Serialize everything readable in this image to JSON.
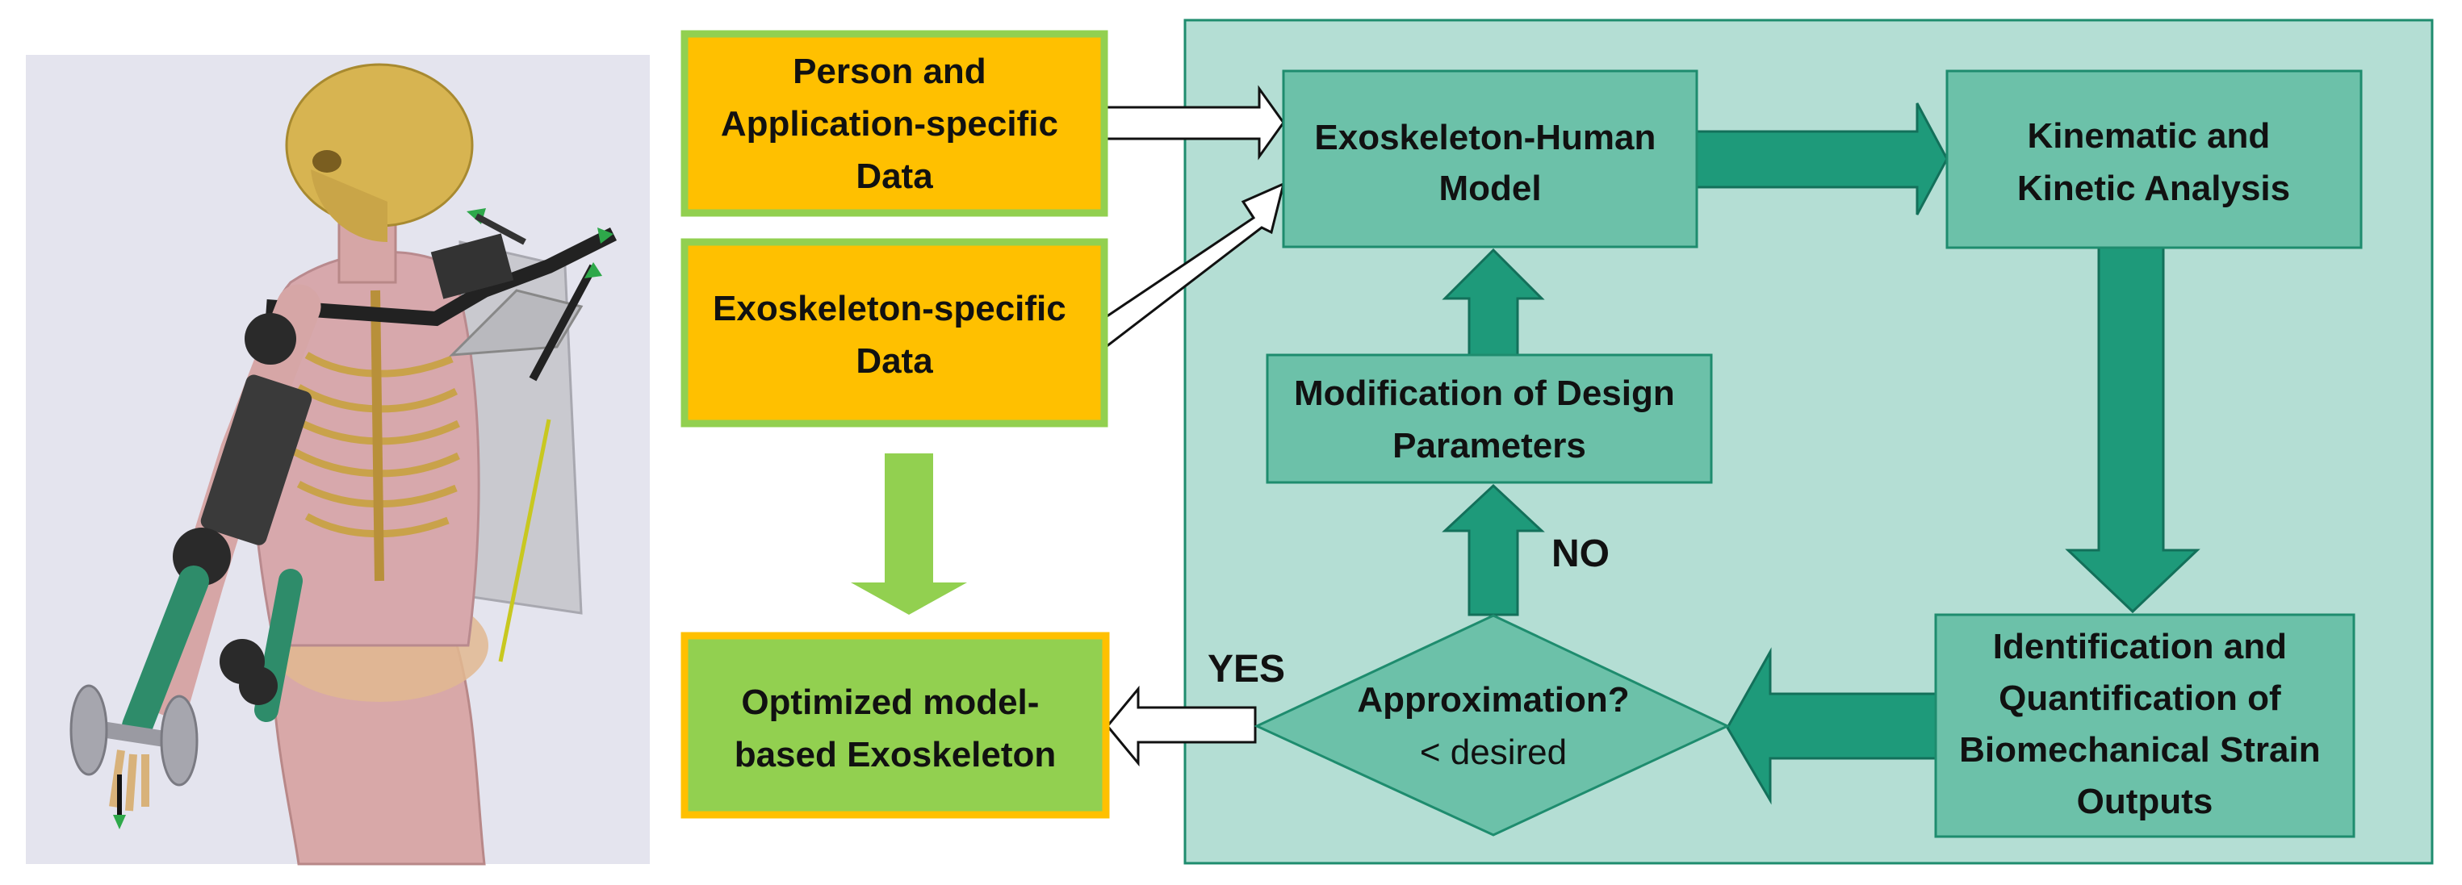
{
  "figure": {
    "illustration": "musculoskeletal-model-with-upper-body-exoskeleton",
    "colors": {
      "input_fill": "#FFC000",
      "input_border": "#92D050",
      "output_fill": "#92D050",
      "output_border": "#FFC000",
      "loop_panel": "#B4DED4",
      "box_fill": "#6CC1A9",
      "box_border": "#1E8C6E",
      "thick_arrow": "#1E9A7A",
      "green_arrow": "#92D050"
    }
  },
  "inputs": {
    "person_data": [
      "Person and",
      "Application-specific",
      "Data"
    ],
    "exo_data": [
      "Exoskeleton-specific",
      "Data"
    ]
  },
  "output": {
    "result": [
      "Optimized model-",
      "based Exoskeleton"
    ]
  },
  "loop": {
    "model": [
      "Exoskeleton-Human",
      "Model"
    ],
    "analysis": [
      "Kinematic and",
      "Kinetic Analysis"
    ],
    "identification": [
      "Identification and",
      "Quantification of",
      "Biomechanical Strain",
      "Outputs"
    ],
    "modification": [
      "Modification of Design",
      "Parameters"
    ],
    "decision": {
      "question": "Approximation?",
      "criterion": "< desired"
    },
    "yes_label": "YES",
    "no_label": "NO"
  }
}
